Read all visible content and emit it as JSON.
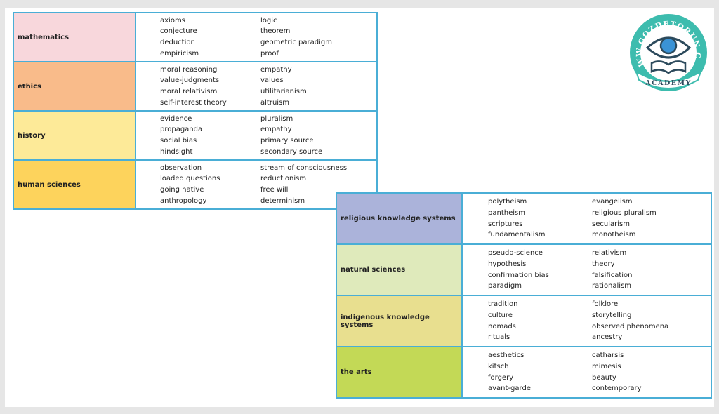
{
  "tables": [
    {
      "rows": [
        {
          "category": "mathematics",
          "color": "#f8d7dc",
          "left": [
            "axioms",
            "conjecture",
            "deduction",
            "empiricism"
          ],
          "right": [
            "logic",
            "theorem",
            "geometric paradigm",
            "proof"
          ]
        },
        {
          "category": "ethics",
          "color": "#f9bb8a",
          "left": [
            "moral reasoning",
            "value-judgments",
            "moral relativism",
            "self-interest theory"
          ],
          "right": [
            "empathy",
            "values",
            "utilitarianism",
            "altruism"
          ]
        },
        {
          "category": "history",
          "color": "#fdea98",
          "left": [
            "evidence",
            "propaganda",
            "social bias",
            "hindsight"
          ],
          "right": [
            "pluralism",
            "empathy",
            "primary source",
            "secondary source"
          ]
        },
        {
          "category": "human sciences",
          "color": "#fdd35c",
          "left": [
            "observation",
            "loaded questions",
            "going native",
            "anthropology"
          ],
          "right": [
            "stream of consciousness",
            "reductionism",
            "free will",
            "determinism"
          ]
        }
      ]
    },
    {
      "rows": [
        {
          "category": "religious knowledge systems",
          "color": "#abb3da",
          "left": [
            "polytheism",
            "pantheism",
            "scriptures",
            "fundamentalism"
          ],
          "right": [
            "evangelism",
            "religious pluralism",
            "secularism",
            "monotheism"
          ]
        },
        {
          "category": "natural sciences",
          "color": "#dfeabb",
          "left": [
            "pseudo-science",
            "hypothesis",
            "confirmation bias",
            "paradigm"
          ],
          "right": [
            "relativism",
            "theory",
            "falsification",
            "rationalism"
          ]
        },
        {
          "category": "indigenous knowledge systems",
          "color": "#e8df8f",
          "left": [
            "tradition",
            "culture",
            "nomads",
            "rituals"
          ],
          "right": [
            "folklore",
            "storytelling",
            "observed phenomena",
            "ancestry"
          ]
        },
        {
          "category": "the arts",
          "color": "#c3d956",
          "left": [
            "aesthetics",
            "kitsch",
            "forgery",
            "avant-garde"
          ],
          "right": [
            "catharsis",
            "mimesis",
            "beauty",
            "contemporary"
          ]
        }
      ]
    }
  ],
  "logo": {
    "ring_text": "WWW.GOZDETORUN.COM",
    "banner_text": "ACADEMY",
    "primary_color": "#3dbcae",
    "accent_color": "#3a93d6"
  }
}
